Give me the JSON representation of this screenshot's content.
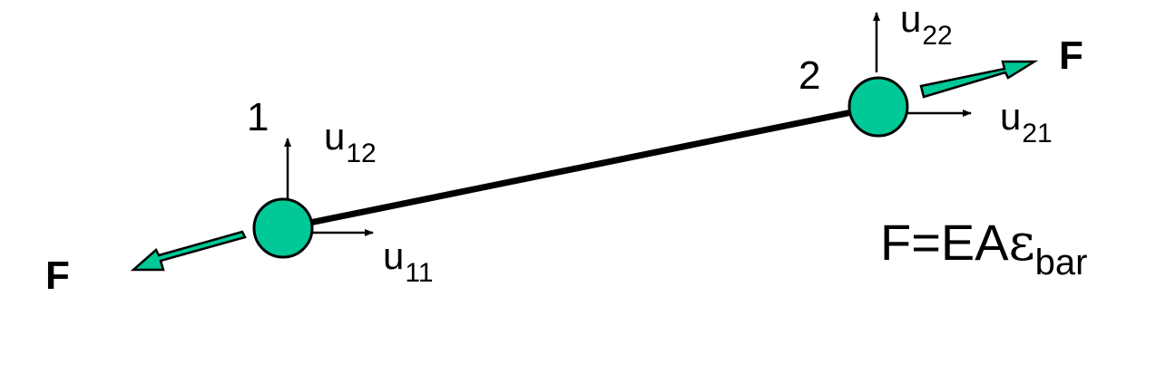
{
  "diagram": {
    "colors": {
      "node_fill": "#00c896",
      "node_stroke": "#000000",
      "bar": "#000000",
      "force_arrow": "#00c896"
    },
    "nodes": [
      {
        "id": "1",
        "label": "1",
        "disp_x": {
          "base": "u",
          "sub": "11"
        },
        "disp_y": {
          "base": "u",
          "sub": "12"
        },
        "force_label": "F"
      },
      {
        "id": "2",
        "label": "2",
        "disp_x": {
          "base": "u",
          "sub": "21"
        },
        "disp_y": {
          "base": "u",
          "sub": "22"
        },
        "force_label": "F"
      }
    ],
    "equation": {
      "main": "F=EA",
      "symbol": "ε",
      "sub": "bar"
    }
  }
}
